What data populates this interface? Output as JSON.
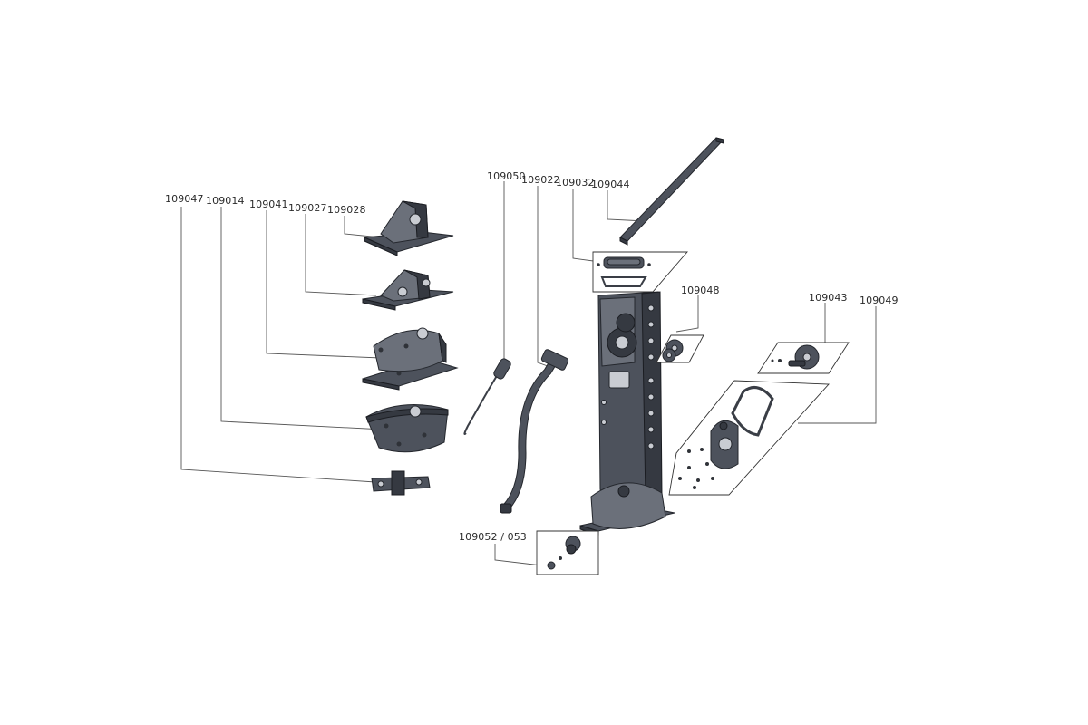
{
  "part_numbers": {
    "p109047": "109047",
    "p109014": "109014",
    "p109041": "109041",
    "p109027": "109027",
    "p109028": "109028",
    "p109050": "109050",
    "p109022": "109022",
    "p109032": "109032",
    "p109044": "109044",
    "p109048": "109048",
    "p109043": "109043",
    "p109049": "109049",
    "p109052": "109052 / 053"
  },
  "colors": {
    "part_fill": "#4d525c",
    "part_outline": "#24272d",
    "leader_line": "#555555",
    "background": "#ffffff"
  }
}
